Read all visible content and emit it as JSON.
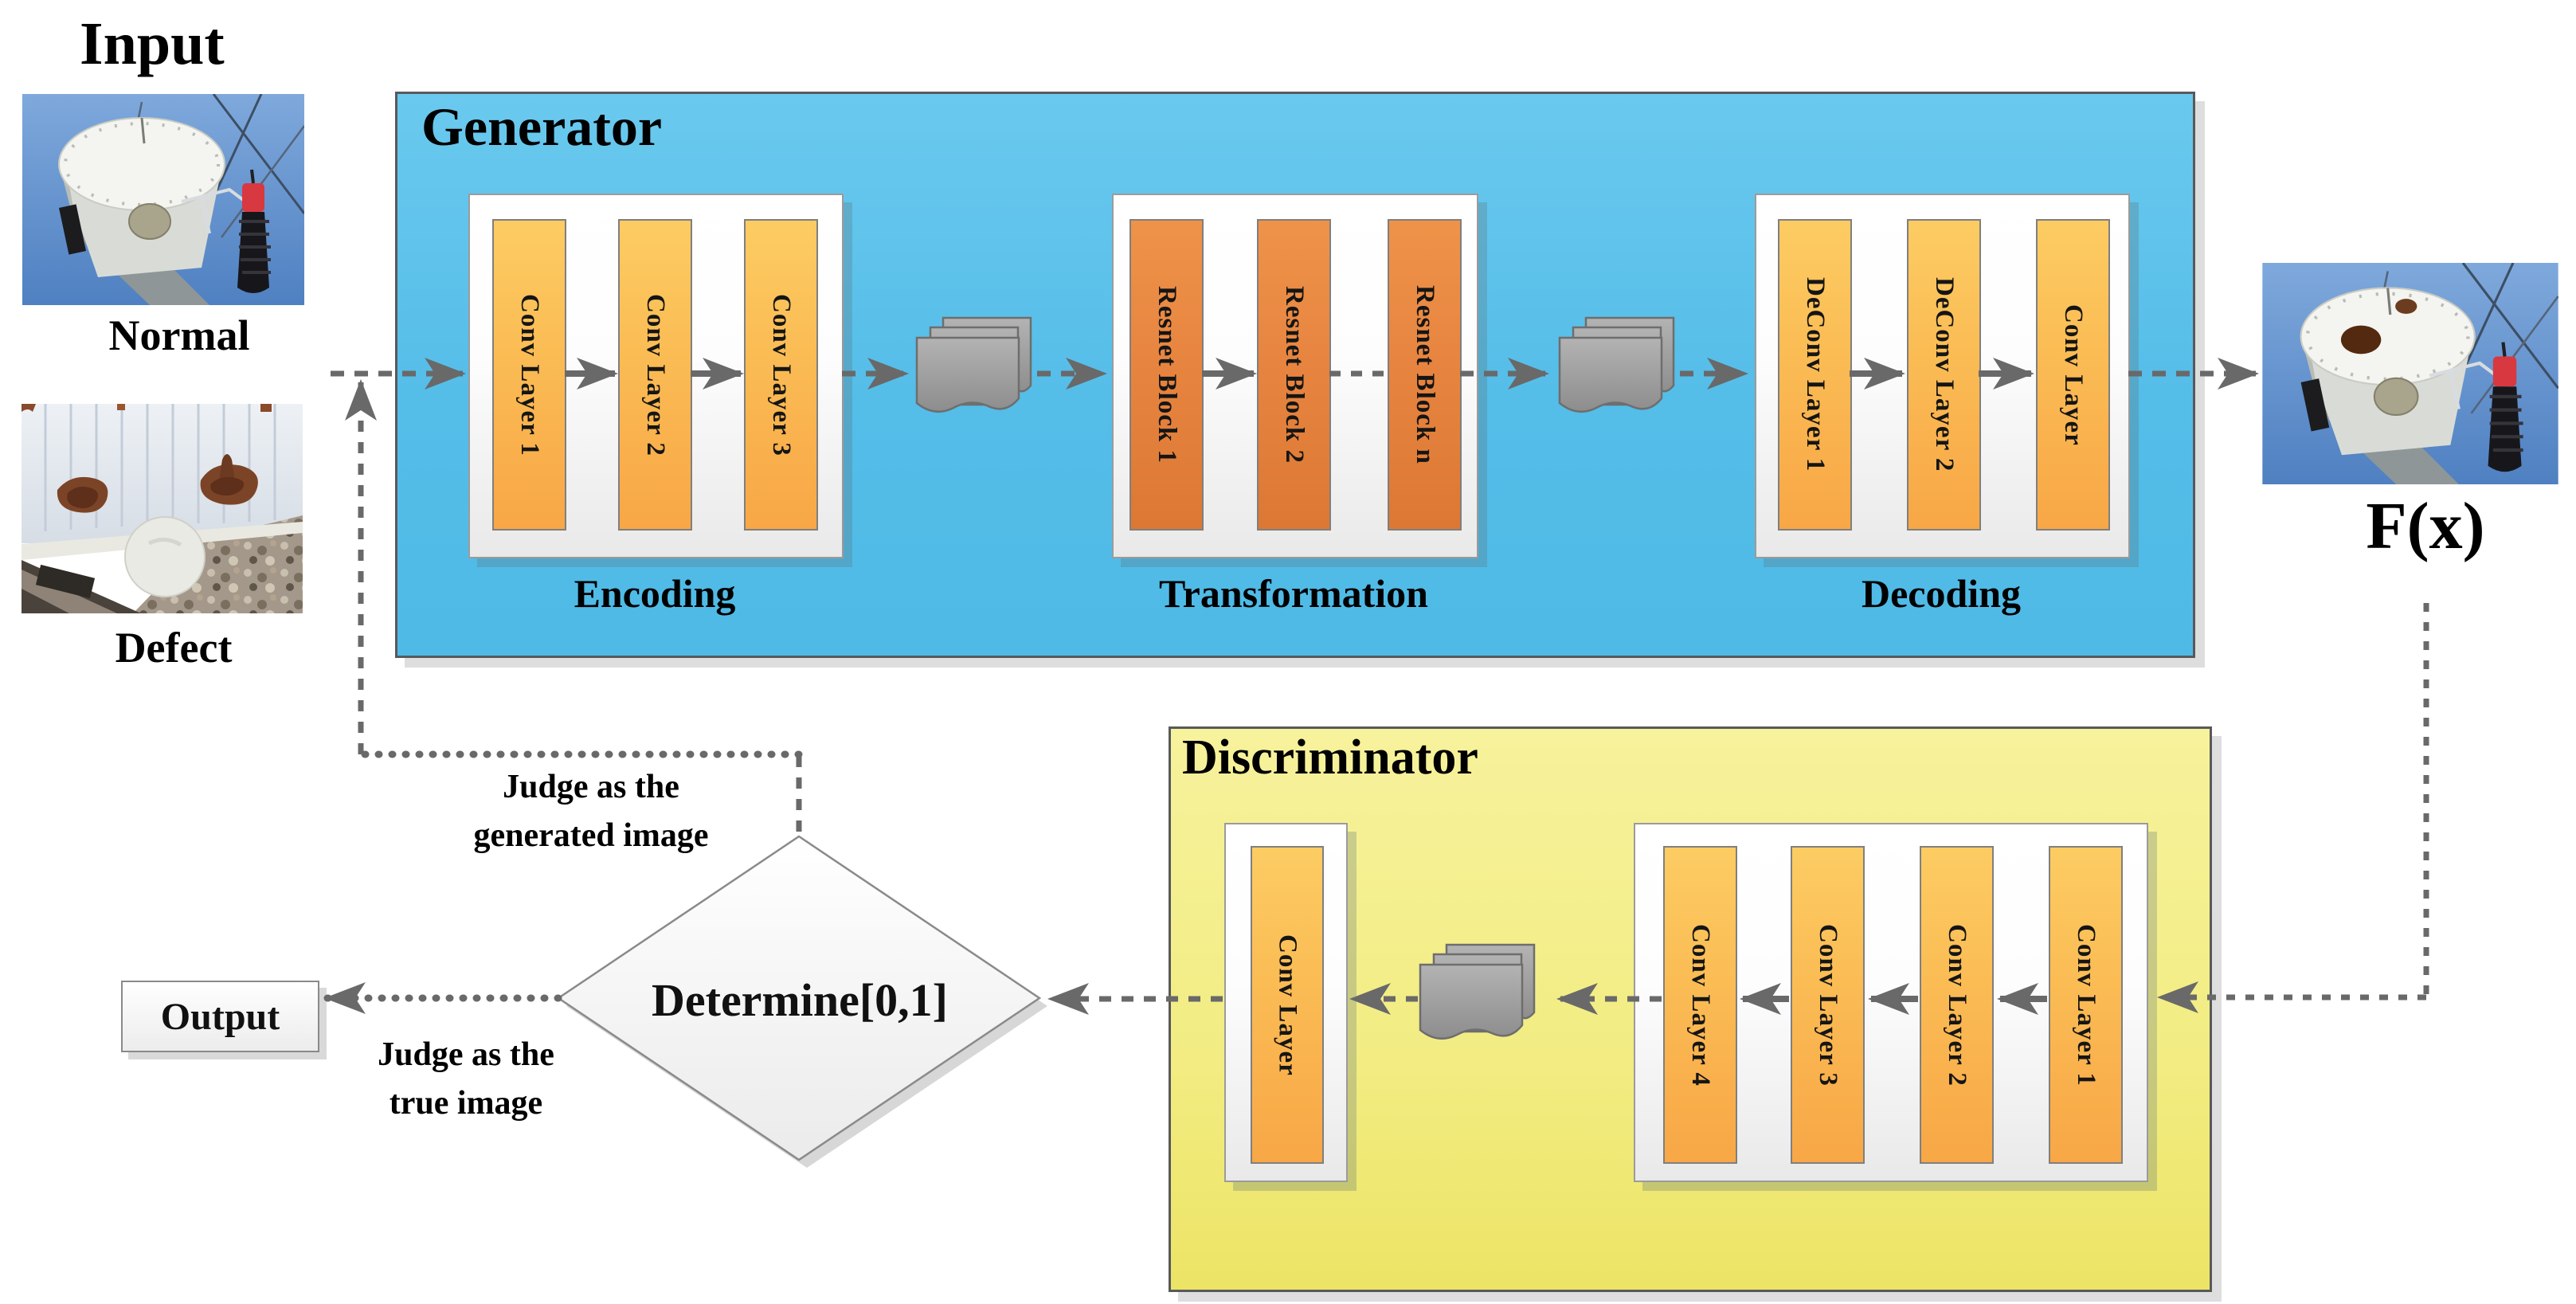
{
  "figure": {
    "input": {
      "title": "Input",
      "normal_label": "Normal",
      "defect_label": "Defect"
    },
    "generator": {
      "title": "Generator",
      "encoding": {
        "label": "Encoding",
        "bars": [
          "Conv Layer 1",
          "Conv Layer 2",
          "Conv Layer 3"
        ]
      },
      "transformation": {
        "label": "Transformation",
        "bars": [
          "Resnet Block 1",
          "Resnet Block 2",
          "Resnet Block n"
        ]
      },
      "decoding": {
        "label": "Decoding",
        "bars": [
          "DeConv Layer 1",
          "DeConv Layer 2",
          "Conv Layer"
        ]
      }
    },
    "generated_image_label": "F(x)",
    "discriminator": {
      "title": "Discriminator",
      "conv_bars": [
        "Conv Layer 4",
        "Conv Layer 3",
        "Conv Layer 2",
        "Conv Layer 1"
      ],
      "final_bar": "Conv Layer"
    },
    "decision": {
      "diamond_label": "Determine[0,1]",
      "output_label": "Output",
      "judge_generated_line1": "Judge as the",
      "judge_generated_line2": "generated image",
      "judge_true_line1": "Judge as the",
      "judge_true_line2": "true image"
    },
    "colors": {
      "generator_bg": "#54BDE8",
      "discriminator_bg": "#F2EC82",
      "conv_bar": "#FBBD55",
      "resnet_bar": "#E78540",
      "arrow_gray": "#696969"
    }
  }
}
